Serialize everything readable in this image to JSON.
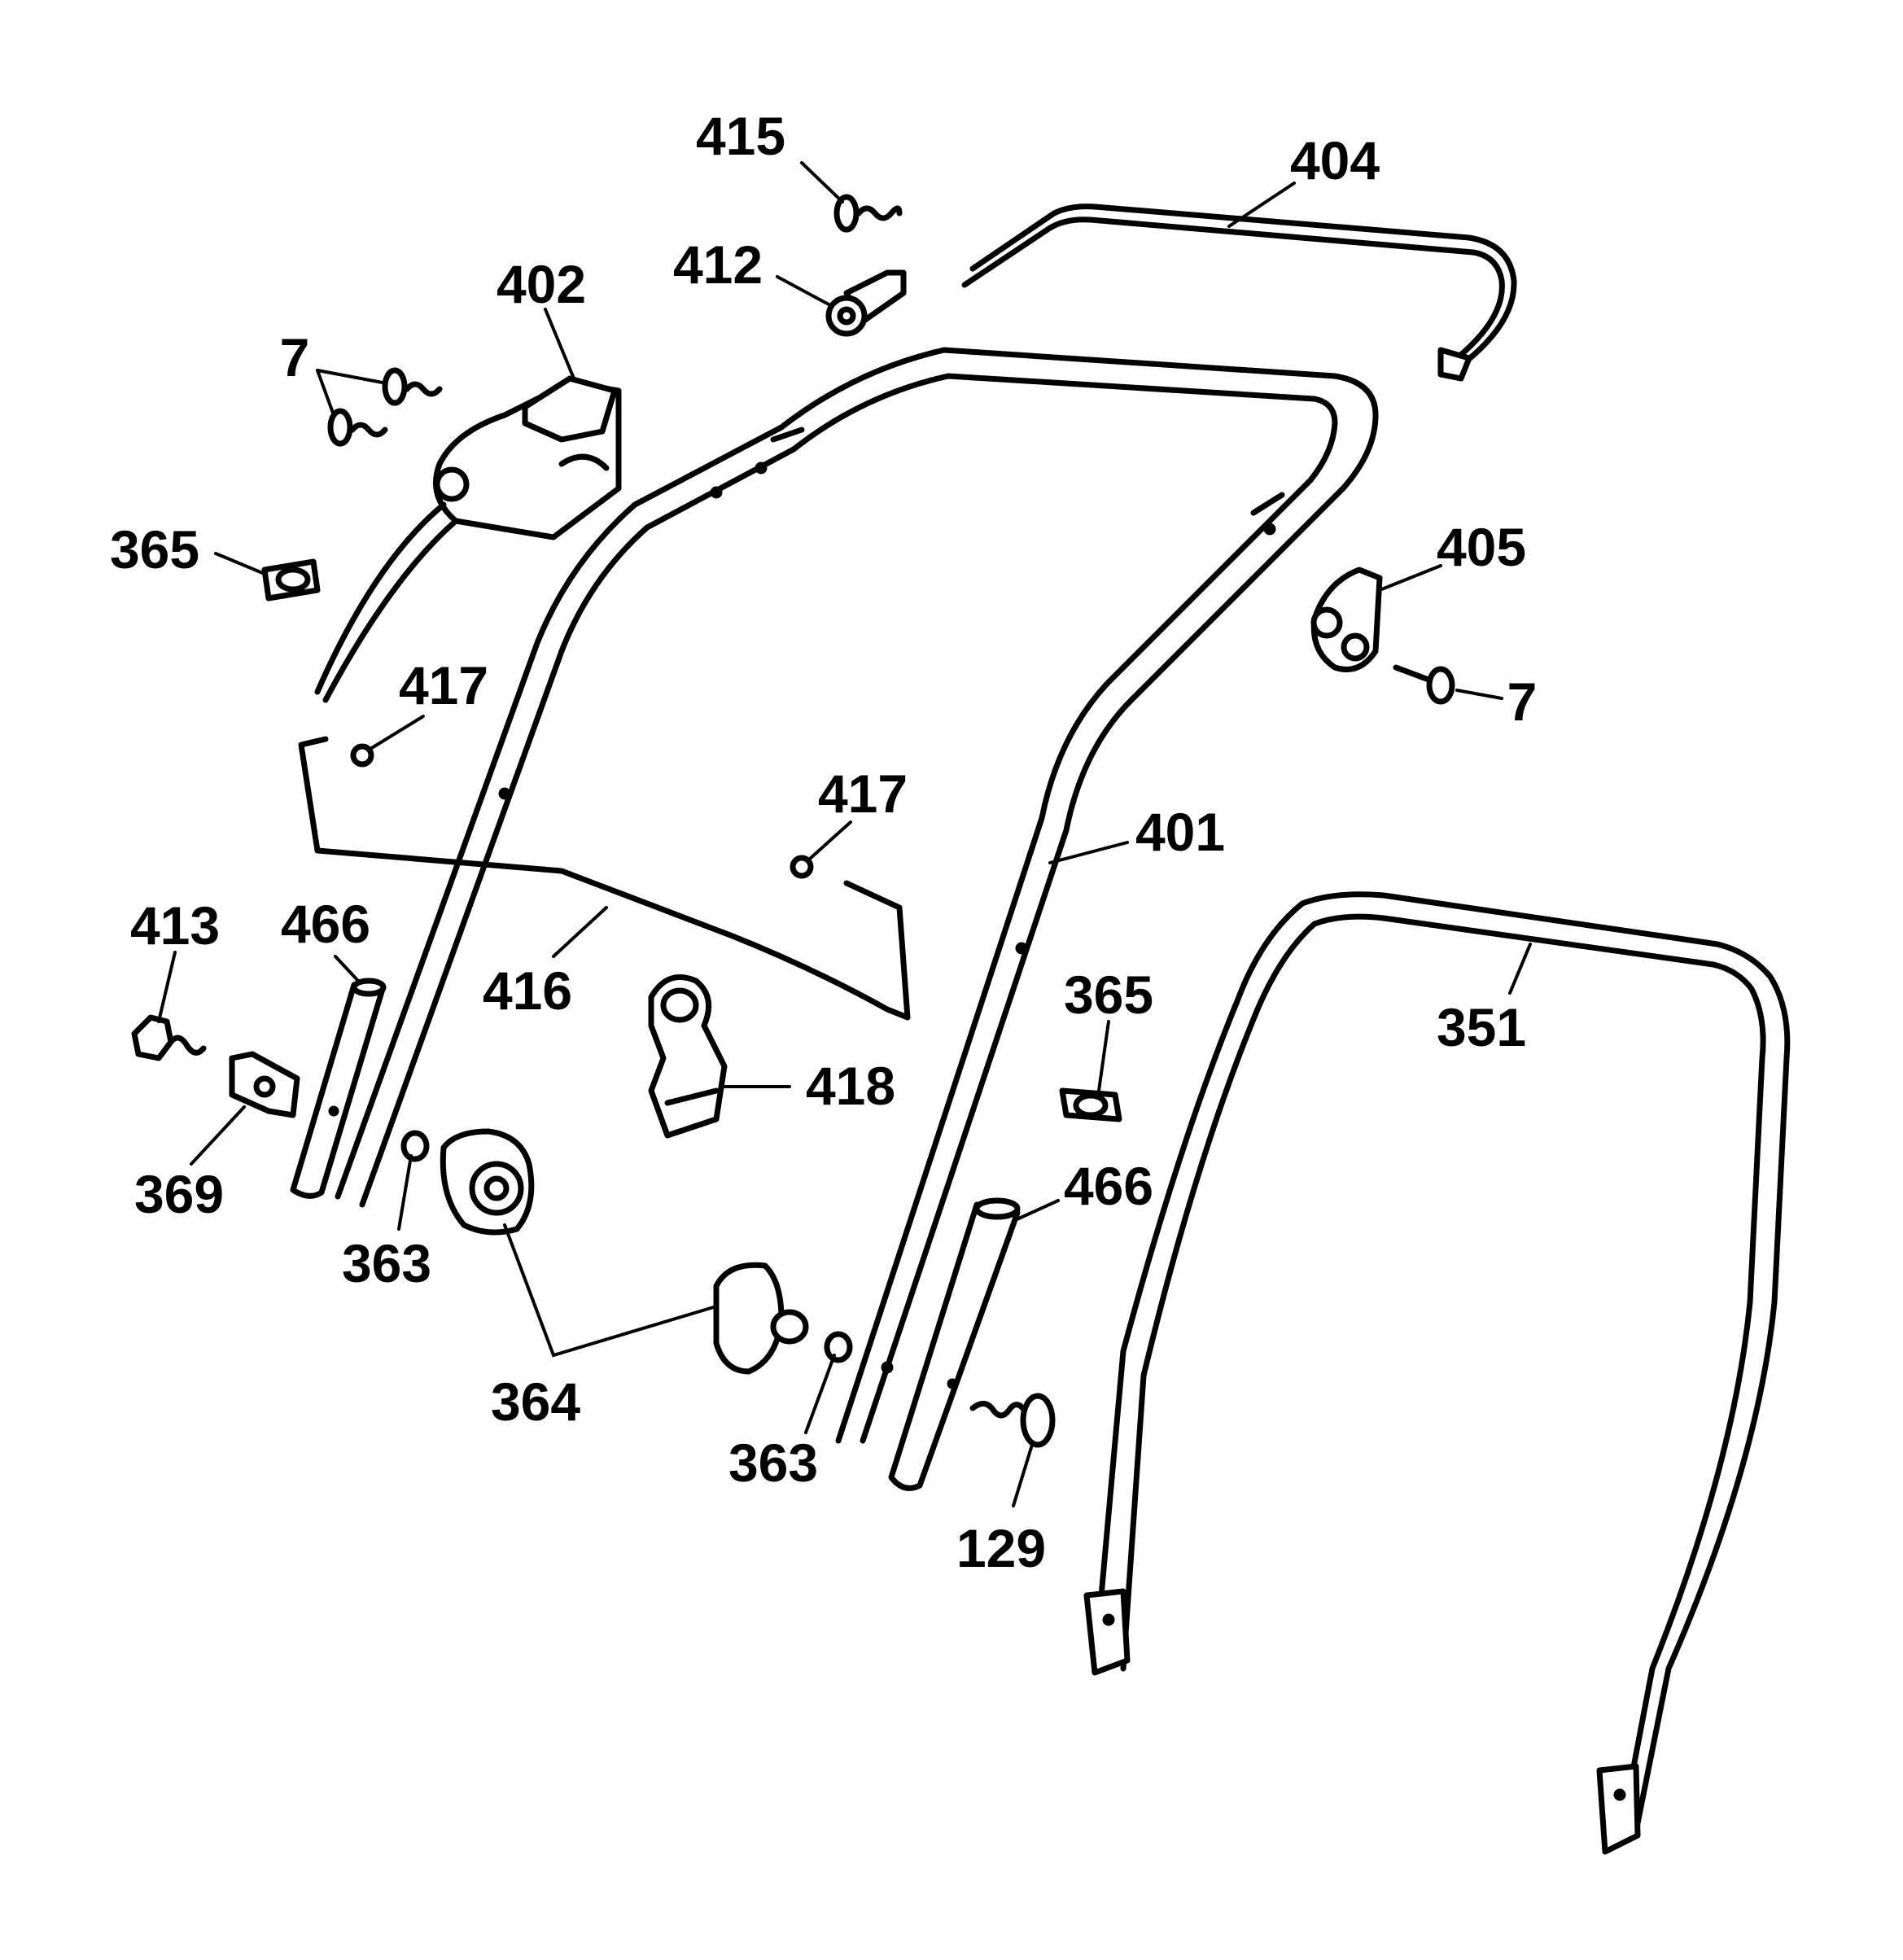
{
  "labels": {
    "p415": "415",
    "p404": "404",
    "p412": "412",
    "p402": "402",
    "p7_top": "7",
    "p365_left": "365",
    "p405": "405",
    "p7_right": "7",
    "p417_left": "417",
    "p417_mid": "417",
    "p401": "401",
    "p413": "413",
    "p466_left": "466",
    "p416": "416",
    "p365_mid": "365",
    "p351": "351",
    "p418": "418",
    "p369": "369",
    "p466_right": "466",
    "p363_left": "363",
    "p364": "364",
    "p363_right": "363",
    "p129": "129"
  }
}
